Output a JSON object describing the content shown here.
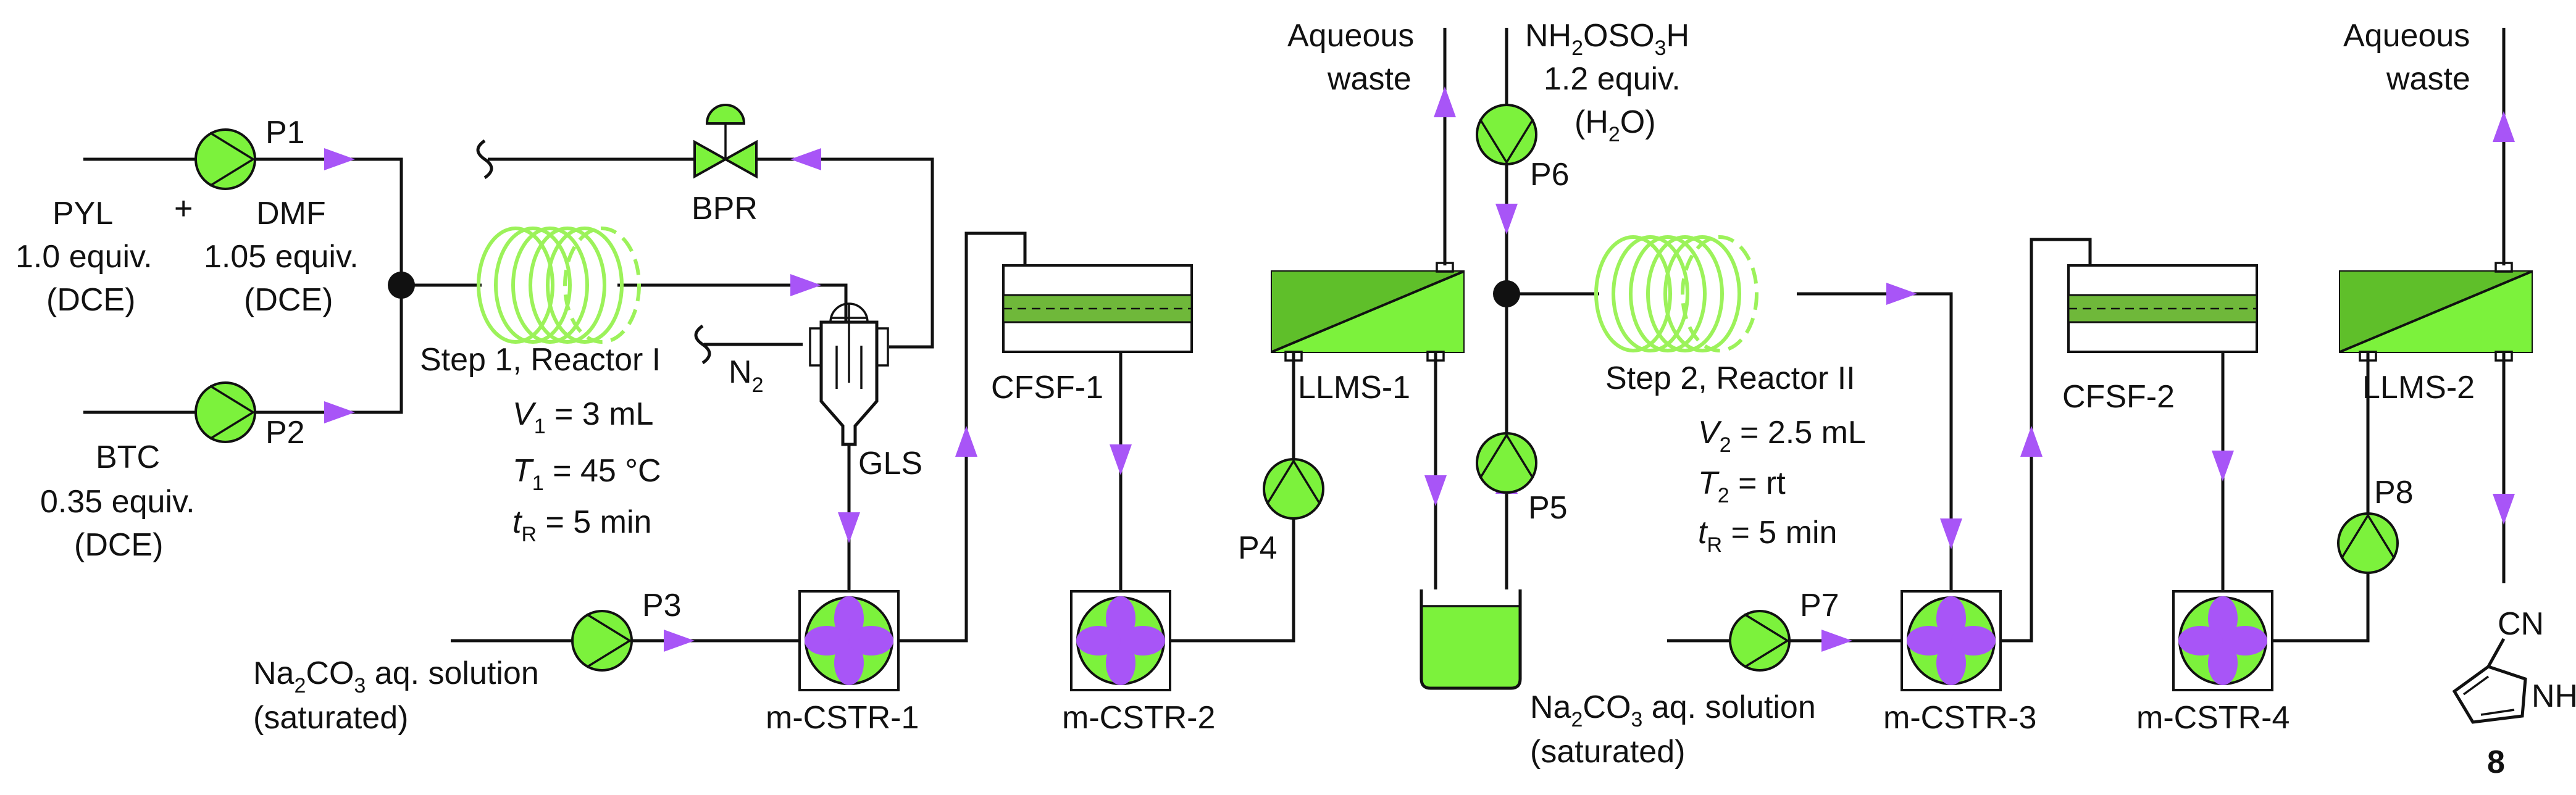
{
  "colors": {
    "green": "#7cf23c",
    "dark_green": "#5fbf2a",
    "purple": "#a855f7",
    "coil": "#9cf25a",
    "band": "#6fb83a",
    "line": "#111111"
  },
  "labels": {
    "p1": "P1",
    "p2": "P2",
    "p3": "P3",
    "p4": "P4",
    "p5": "P5",
    "p6": "P6",
    "p7": "P7",
    "p8": "P8",
    "bpr": "BPR",
    "gls": "GLS",
    "n2": "N",
    "n2_sub": "2",
    "cfsf1": "CFSF-1",
    "cfsf2": "CFSF-2",
    "llms1": "LLMS-1",
    "llms2": "LLMS-2",
    "mcstr1": "m-CSTR-1",
    "mcstr2": "m-CSTR-2",
    "mcstr3": "m-CSTR-3",
    "mcstr4": "m-CSTR-4"
  },
  "reagents": {
    "pyl_name": "PYL",
    "plus": "+",
    "pyl_equiv": "1.0 equiv.",
    "pyl_solvent": "(DCE)",
    "dmf_name": "DMF",
    "dmf_equiv": "1.05 equiv.",
    "dmf_solvent": "(DCE)",
    "btc_name": "BTC",
    "btc_equiv": "0.35 equiv.",
    "btc_solvent": "(DCE)",
    "na2co3_1_a": "Na",
    "na2co3_1_sub1": "2",
    "na2co3_1_b": "CO",
    "na2co3_1_sub2": "3",
    "na2co3_1_c": " aq. solution",
    "na2co3_1_line2": "(saturated)",
    "na2co3_2_a": "Na",
    "na2co3_2_sub1": "2",
    "na2co3_2_b": "CO",
    "na2co3_2_sub2": "3",
    "na2co3_2_c": " aq. solution",
    "na2co3_2_line2": "(saturated)",
    "sulfamic_a": "NH",
    "sulfamic_sub1": "2",
    "sulfamic_b": "OSO",
    "sulfamic_sub2": "3",
    "sulfamic_c": "H",
    "sulfamic_equiv": "1.2 equiv.",
    "sulfamic_solvent_a": "(H",
    "sulfamic_solvent_sub": "2",
    "sulfamic_solvent_b": "O)",
    "waste1_line1": "Aqueous",
    "waste1_line2": "waste",
    "waste2_line1": "Aqueous",
    "waste2_line2": "waste"
  },
  "reactor1": {
    "title": "Step 1, Reactor I",
    "v_sym": "V",
    "v_sub": "1",
    "v_val": " = 3 mL",
    "t_sym": "T",
    "t_sub": "1",
    "t_val": " = 45 °C",
    "tr_sym": "t",
    "tr_sub": "R",
    "tr_val": " = 5 min"
  },
  "reactor2": {
    "title": "Step 2, Reactor II",
    "v_sym": "V",
    "v_sub": "2",
    "v_val": " = 2.5 mL",
    "t_sym": "T",
    "t_sub": "2",
    "t_val": " = rt",
    "tr_sym": "t",
    "tr_sub": "R",
    "tr_val": " = 5 min"
  },
  "product": {
    "group": "CN",
    "nh": "NH",
    "number": "8"
  }
}
